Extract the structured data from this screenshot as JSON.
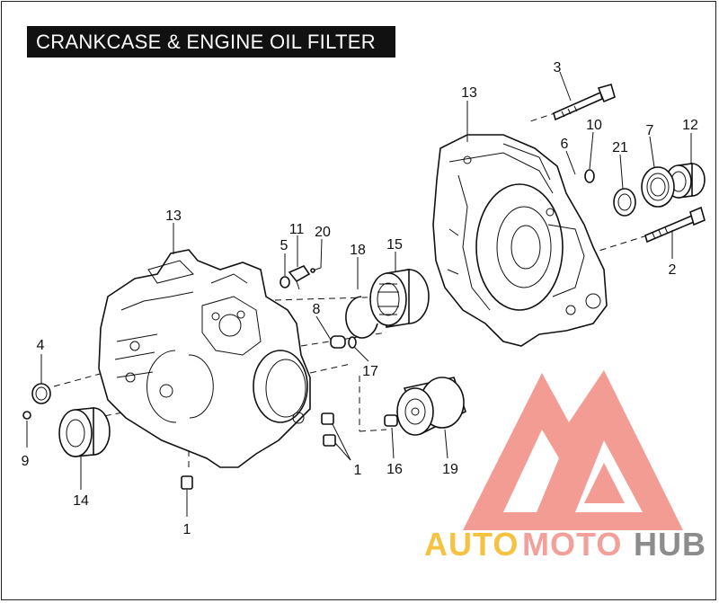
{
  "title": "CRANKCASE & ENGINE OIL FILTER",
  "callouts": [
    {
      "label": "1"
    },
    {
      "label": "1"
    },
    {
      "label": "2"
    },
    {
      "label": "3"
    },
    {
      "label": "4"
    },
    {
      "label": "5"
    },
    {
      "label": "6"
    },
    {
      "label": "7"
    },
    {
      "label": "8"
    },
    {
      "label": "9"
    },
    {
      "label": "10"
    },
    {
      "label": "11"
    },
    {
      "label": "12"
    },
    {
      "label": "13"
    },
    {
      "label": "13"
    },
    {
      "label": "14"
    },
    {
      "label": "15"
    },
    {
      "label": "16"
    },
    {
      "label": "17"
    },
    {
      "label": "18"
    },
    {
      "label": "19"
    },
    {
      "label": "20"
    },
    {
      "label": "21"
    }
  ],
  "watermark": {
    "parts": [
      "AUTO",
      "MOTO",
      "HUB"
    ],
    "colors": [
      "#f5c242",
      "#f3a09a",
      "#8c8c8c"
    ],
    "logo_color": "#f28b82"
  }
}
